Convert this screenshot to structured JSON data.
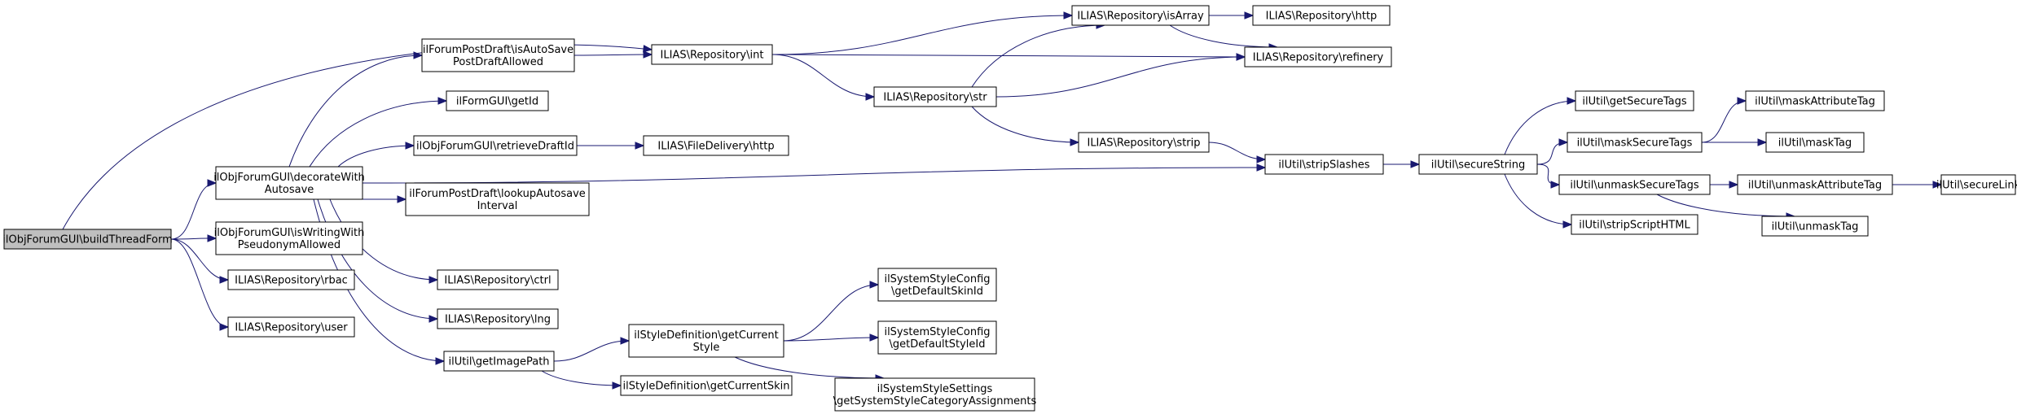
{
  "colors": {
    "edge": "#191970",
    "node_border": "#000000",
    "node_fill": "#ffffff",
    "root_fill": "#bfbfbf"
  },
  "nodes": [
    {
      "id": "root",
      "lines": [
        "ilObjForumGUI\\buildThreadForm"
      ]
    },
    {
      "id": "decorate",
      "lines": [
        "ilObjForumGUI\\decorateWith",
        "Autosave"
      ]
    },
    {
      "id": "pseudonym",
      "lines": [
        "ilObjForumGUI\\isWritingWith",
        "PseudonymAllowed"
      ]
    },
    {
      "id": "rbac",
      "lines": [
        "ILIAS\\Repository\\rbac"
      ]
    },
    {
      "id": "user",
      "lines": [
        "ILIAS\\Repository\\user"
      ]
    },
    {
      "id": "autosaveAllowed",
      "lines": [
        "ilForumPostDraft\\isAutoSave",
        "PostDraftAllowed"
      ]
    },
    {
      "id": "formGetId",
      "lines": [
        "ilFormGUI\\getId"
      ]
    },
    {
      "id": "retrieveDraft",
      "lines": [
        "ilObjForumGUI\\retrieveDraftId"
      ]
    },
    {
      "id": "lookupInterval",
      "lines": [
        "ilForumPostDraft\\lookupAutosave",
        "Interval"
      ]
    },
    {
      "id": "ctrl",
      "lines": [
        "ILIAS\\Repository\\ctrl"
      ]
    },
    {
      "id": "lng",
      "lines": [
        "ILIAS\\Repository\\lng"
      ]
    },
    {
      "id": "getImagePath",
      "lines": [
        "ilUtil\\getImagePath"
      ]
    },
    {
      "id": "int",
      "lines": [
        "ILIAS\\Repository\\int"
      ]
    },
    {
      "id": "str",
      "lines": [
        "ILIAS\\Repository\\str"
      ]
    },
    {
      "id": "isArray",
      "lines": [
        "ILIAS\\Repository\\isArray"
      ]
    },
    {
      "id": "http",
      "lines": [
        "ILIAS\\Repository\\http"
      ]
    },
    {
      "id": "refinery",
      "lines": [
        "ILIAS\\Repository\\refinery"
      ]
    },
    {
      "id": "strip",
      "lines": [
        "ILIAS\\Repository\\strip"
      ]
    },
    {
      "id": "fdHttp",
      "lines": [
        "ILIAS\\FileDelivery\\http"
      ]
    },
    {
      "id": "getCurrentStyle",
      "lines": [
        "ilStyleDefinition\\getCurrent",
        "Style"
      ]
    },
    {
      "id": "getCurrentSkin",
      "lines": [
        "ilStyleDefinition\\getCurrentSkin"
      ]
    },
    {
      "id": "defaultSkin",
      "lines": [
        "ilSystemStyleConfig",
        "\\getDefaultSkinId"
      ]
    },
    {
      "id": "defaultStyle",
      "lines": [
        "ilSystemStyleConfig",
        "\\getDefaultStyleId"
      ]
    },
    {
      "id": "categoryAssign",
      "lines": [
        "ilSystemStyleSettings",
        "\\getSystemStyleCategoryAssignments"
      ]
    },
    {
      "id": "stripSlashes",
      "lines": [
        "ilUtil\\stripSlashes"
      ]
    },
    {
      "id": "secureString",
      "lines": [
        "ilUtil\\secureString"
      ]
    },
    {
      "id": "getSecureTags",
      "lines": [
        "ilUtil\\getSecureTags"
      ]
    },
    {
      "id": "maskSecureTags",
      "lines": [
        "ilUtil\\maskSecureTags"
      ]
    },
    {
      "id": "unmaskSecureTags",
      "lines": [
        "ilUtil\\unmaskSecureTags"
      ]
    },
    {
      "id": "stripScriptHTML",
      "lines": [
        "ilUtil\\stripScriptHTML"
      ]
    },
    {
      "id": "maskAttributeTag",
      "lines": [
        "ilUtil\\maskAttributeTag"
      ]
    },
    {
      "id": "maskTag",
      "lines": [
        "ilUtil\\maskTag"
      ]
    },
    {
      "id": "unmaskAttributeTag",
      "lines": [
        "ilUtil\\unmaskAttributeTag"
      ]
    },
    {
      "id": "unmaskTag",
      "lines": [
        "ilUtil\\unmaskTag"
      ]
    },
    {
      "id": "secureLink",
      "lines": [
        "ilUtil\\secureLink"
      ]
    }
  ],
  "edges": [
    [
      "root",
      "int"
    ],
    [
      "root",
      "decorate"
    ],
    [
      "root",
      "pseudonym"
    ],
    [
      "root",
      "rbac"
    ],
    [
      "root",
      "user"
    ],
    [
      "decorate",
      "autosaveAllowed"
    ],
    [
      "decorate",
      "formGetId"
    ],
    [
      "decorate",
      "retrieveDraft"
    ],
    [
      "decorate",
      "stripSlashes"
    ],
    [
      "decorate",
      "lookupInterval"
    ],
    [
      "decorate",
      "ctrl"
    ],
    [
      "decorate",
      "lng"
    ],
    [
      "decorate",
      "getImagePath"
    ],
    [
      "autosaveAllowed",
      "int"
    ],
    [
      "int",
      "isArray"
    ],
    [
      "int",
      "refinery"
    ],
    [
      "int",
      "str"
    ],
    [
      "str",
      "isArray"
    ],
    [
      "str",
      "refinery"
    ],
    [
      "str",
      "strip"
    ],
    [
      "isArray",
      "http"
    ],
    [
      "isArray",
      "refinery"
    ],
    [
      "retrieveDraft",
      "fdHttp"
    ],
    [
      "strip",
      "stripSlashes"
    ],
    [
      "getImagePath",
      "getCurrentStyle"
    ],
    [
      "getImagePath",
      "getCurrentSkin"
    ],
    [
      "getCurrentStyle",
      "defaultSkin"
    ],
    [
      "getCurrentStyle",
      "defaultStyle"
    ],
    [
      "getCurrentStyle",
      "categoryAssign"
    ],
    [
      "stripSlashes",
      "secureString"
    ],
    [
      "secureString",
      "getSecureTags"
    ],
    [
      "secureString",
      "maskSecureTags"
    ],
    [
      "secureString",
      "unmaskSecureTags"
    ],
    [
      "secureString",
      "stripScriptHTML"
    ],
    [
      "maskSecureTags",
      "maskAttributeTag"
    ],
    [
      "maskSecureTags",
      "maskTag"
    ],
    [
      "unmaskSecureTags",
      "unmaskAttributeTag"
    ],
    [
      "unmaskSecureTags",
      "unmaskTag"
    ],
    [
      "unmaskAttributeTag",
      "secureLink"
    ]
  ]
}
